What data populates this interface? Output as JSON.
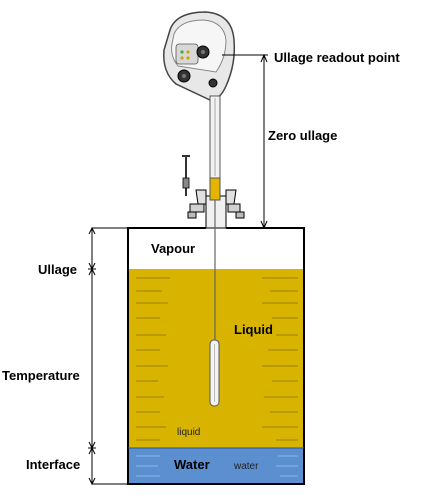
{
  "labels": {
    "ullage_readout_point": "Ullage readout point",
    "zero_ullage": "Zero ullage",
    "ullage": "Ullage",
    "temperature": "Temperature",
    "interface": "Interface",
    "vapour": "Vapour",
    "liquid_big": "Liquid",
    "liquid_small": "liquid",
    "water_big": "Water",
    "water_small": "water"
  },
  "colors": {
    "liquid": "#d8b400",
    "liquid_lines": "#9a8000",
    "water": "#5b8fd0",
    "water_lines": "#8db4e6",
    "tank_outline": "#000000",
    "instrument_body": "#e8e8e8"
  },
  "icons": {
    "gauge": "portable-ullage-gauge-icon",
    "sensor": "temperature-sensor-probe-icon",
    "valve": "vapour-lock-valve-icon"
  }
}
